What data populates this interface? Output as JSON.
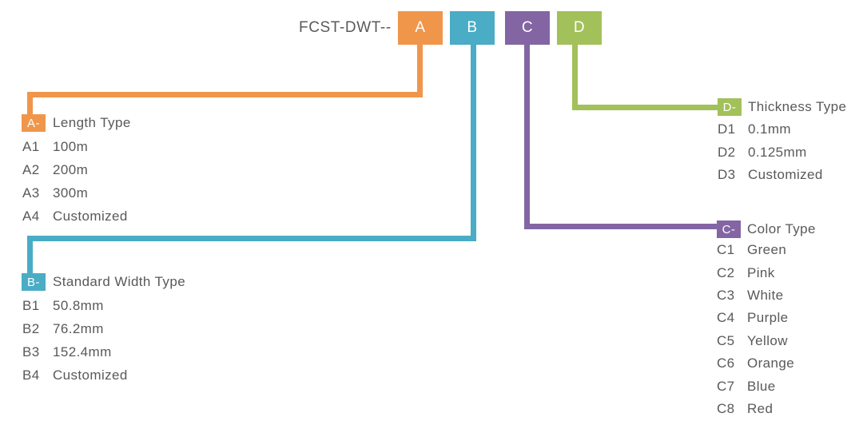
{
  "title": {
    "prefix": "FCST-DWT--"
  },
  "palette": {
    "orange": "#F0964B",
    "teal": "#4AACC5",
    "purple": "#8365A3",
    "green": "#A2C15A",
    "text_gray": "#58595B"
  },
  "header_boxes": [
    {
      "label": "A",
      "color": "#F0964B"
    },
    {
      "label": "B",
      "color": "#4AACC5"
    },
    {
      "label": "C",
      "color": "#8365A3"
    },
    {
      "label": "D",
      "color": "#A2C15A"
    }
  ],
  "sections": [
    {
      "tag": "A-",
      "title": "Length Type",
      "color": "#F0964B",
      "items": [
        {
          "code": "A1",
          "value": "100m"
        },
        {
          "code": "A2",
          "value": "200m"
        },
        {
          "code": "A3",
          "value": "300m"
        },
        {
          "code": "A4",
          "value": "Customized"
        }
      ]
    },
    {
      "tag": "B-",
      "title": "Standard Width Type",
      "color": "#4AACC5",
      "items": [
        {
          "code": "B1",
          "value": "50.8mm"
        },
        {
          "code": "B2",
          "value": "76.2mm"
        },
        {
          "code": "B3",
          "value": "152.4mm"
        },
        {
          "code": "B4",
          "value": "Customized"
        }
      ]
    },
    {
      "tag": "C-",
      "title": "Color Type",
      "color": "#8365A3",
      "items": [
        {
          "code": "C1",
          "value": "Green"
        },
        {
          "code": "C2",
          "value": "Pink"
        },
        {
          "code": "C3",
          "value": "White"
        },
        {
          "code": "C4",
          "value": "Purple"
        },
        {
          "code": "C5",
          "value": "Yellow"
        },
        {
          "code": "C6",
          "value": "Orange"
        },
        {
          "code": "C7",
          "value": "Blue"
        },
        {
          "code": "C8",
          "value": "Red"
        }
      ]
    },
    {
      "tag": "D-",
      "title": "Thickness Type",
      "color": "#A2C15A",
      "items": [
        {
          "code": "D1",
          "value": "0.1mm"
        },
        {
          "code": "D2",
          "value": "0.125mm"
        },
        {
          "code": "D3",
          "value": "Customized"
        }
      ]
    }
  ]
}
